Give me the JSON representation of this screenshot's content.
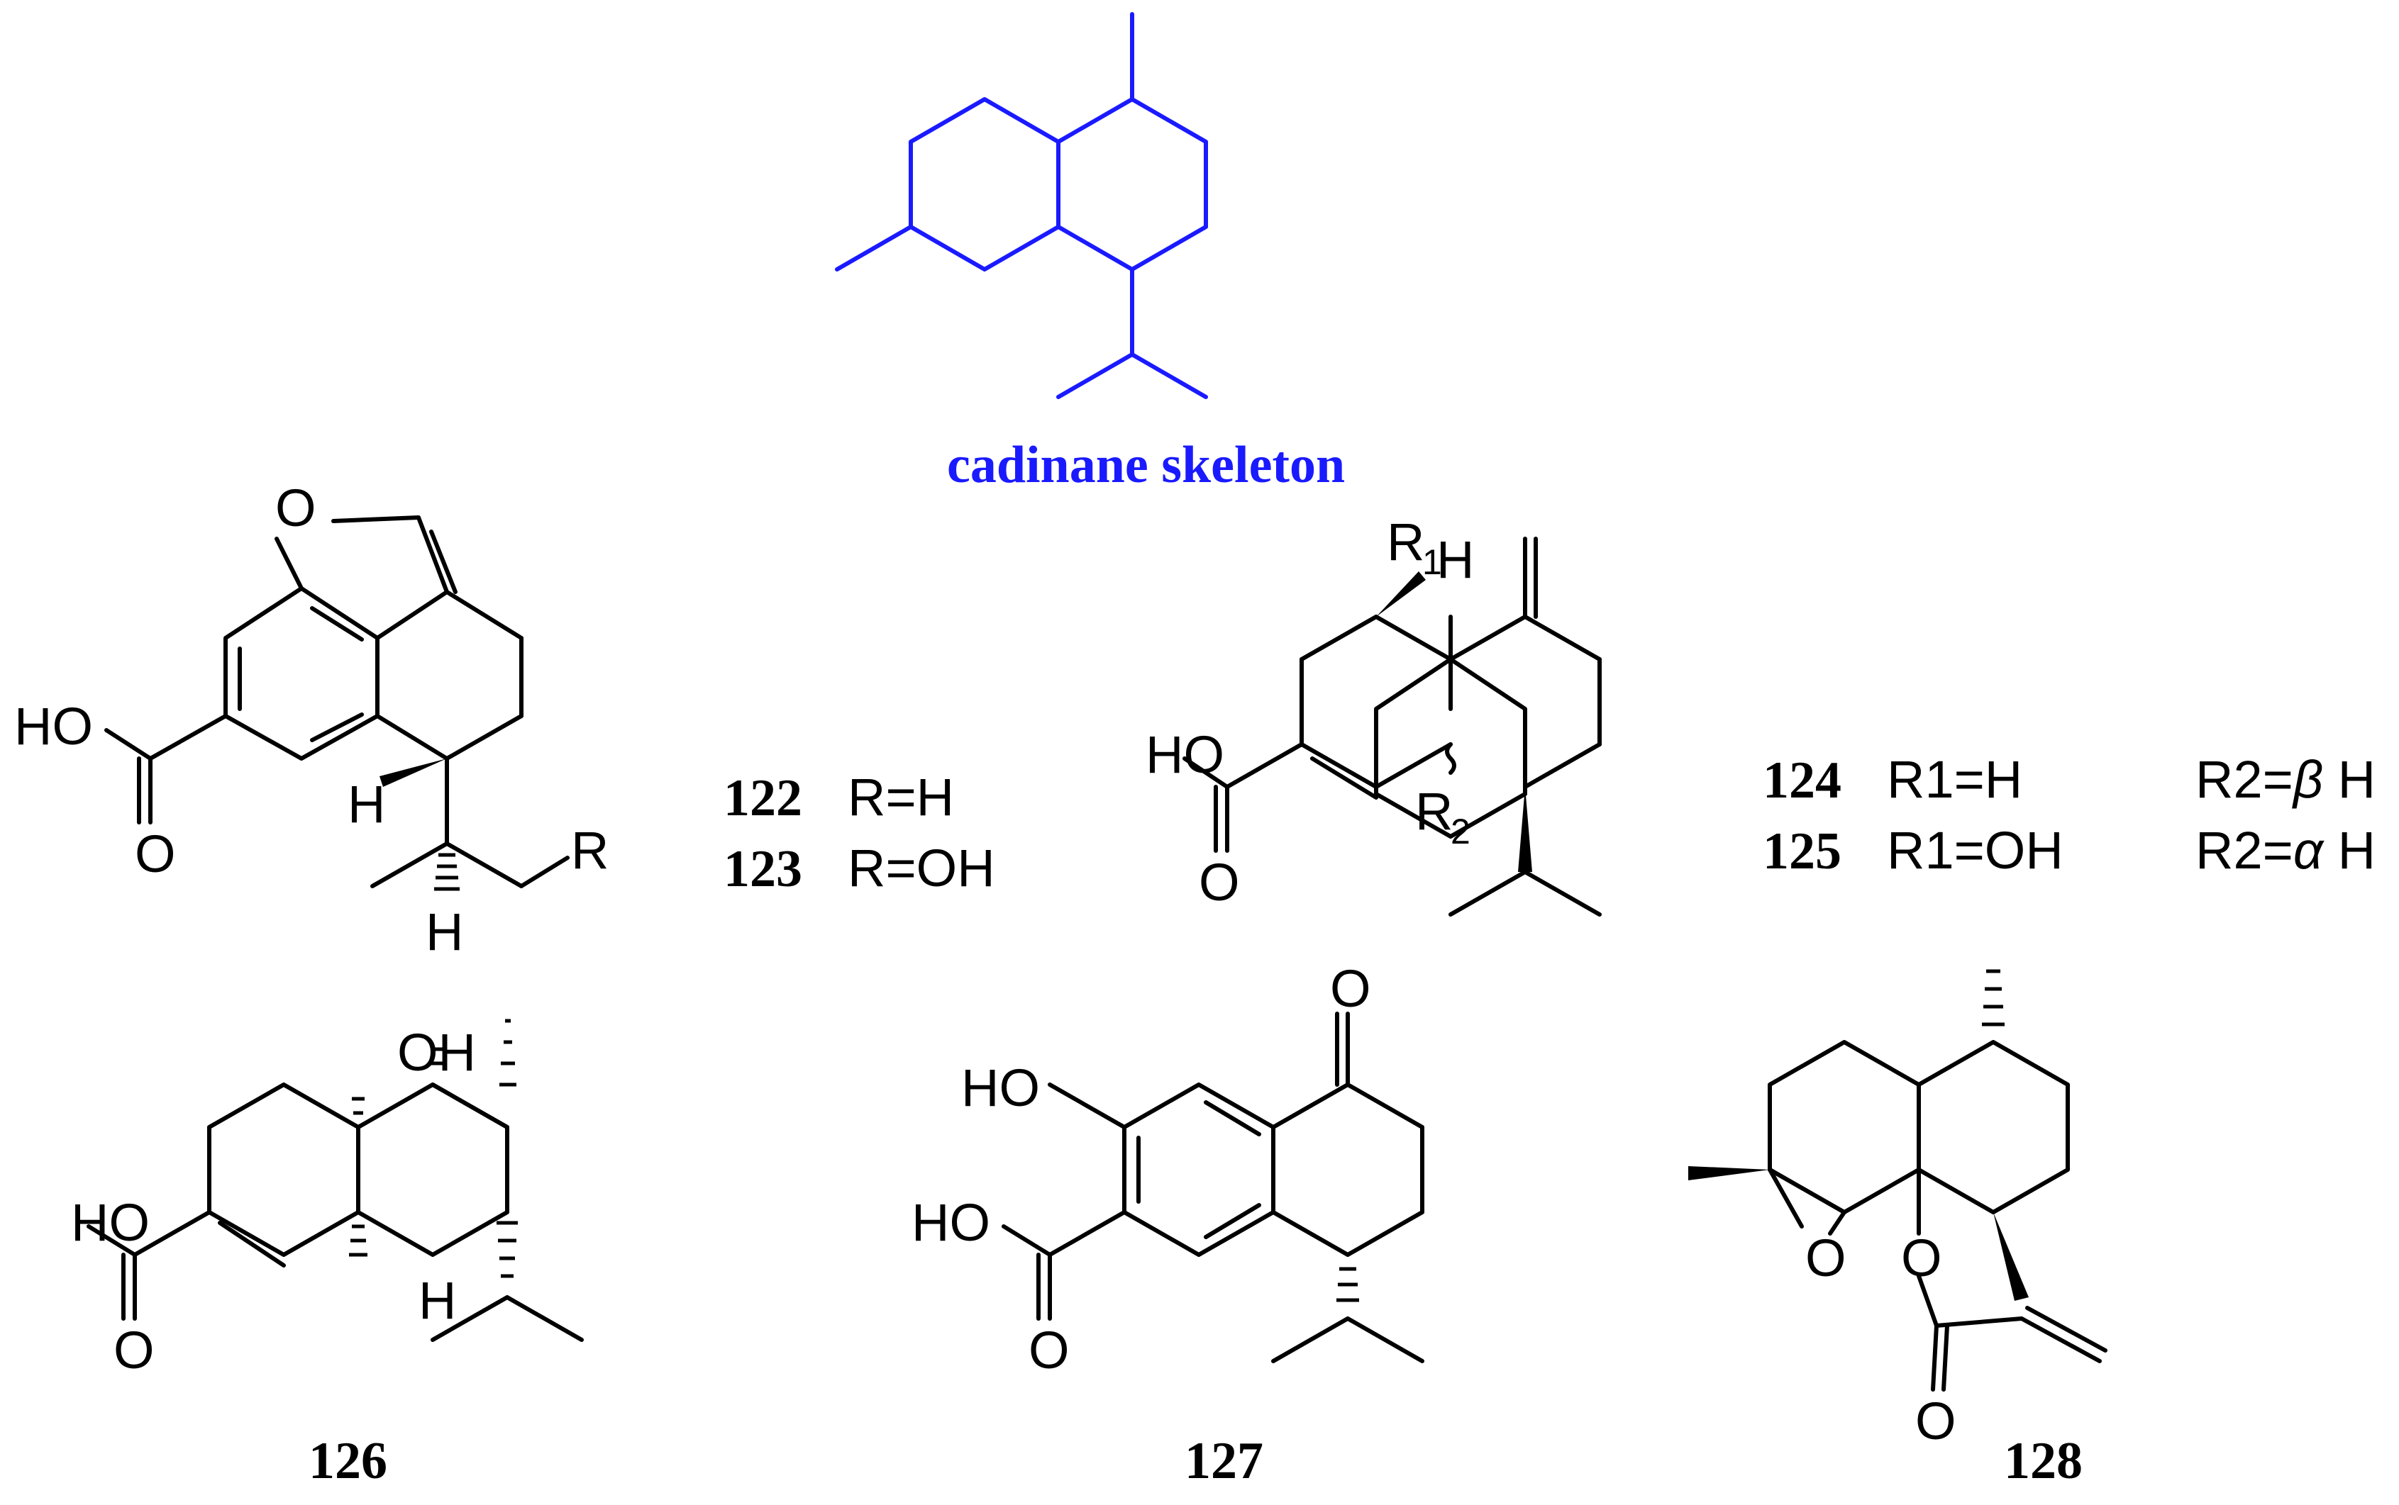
{
  "skeleton": {
    "caption": "cadinane skeleton",
    "color": "#1a1aff"
  },
  "compounds": [
    {
      "id": "122",
      "substituents": "R=H"
    },
    {
      "id": "123",
      "substituents": "R=OH"
    },
    {
      "id": "124",
      "r1": "R1=H",
      "r2_prefix": "R2=",
      "r2_stereo": "β",
      "r2_suffix": "H"
    },
    {
      "id": "125",
      "r1": "R1=OH",
      "r2_prefix": "R2=",
      "r2_stereo": "α",
      "r2_suffix": "H"
    },
    {
      "id": "126"
    },
    {
      "id": "127"
    },
    {
      "id": "128"
    }
  ],
  "atoms": {
    "O": "O",
    "HO": "HO",
    "H": "H",
    "R": "R",
    "OH": "OH",
    "R1_base": "R",
    "R1_sub": "1",
    "R2_base": "R",
    "R2_sub": "2"
  }
}
